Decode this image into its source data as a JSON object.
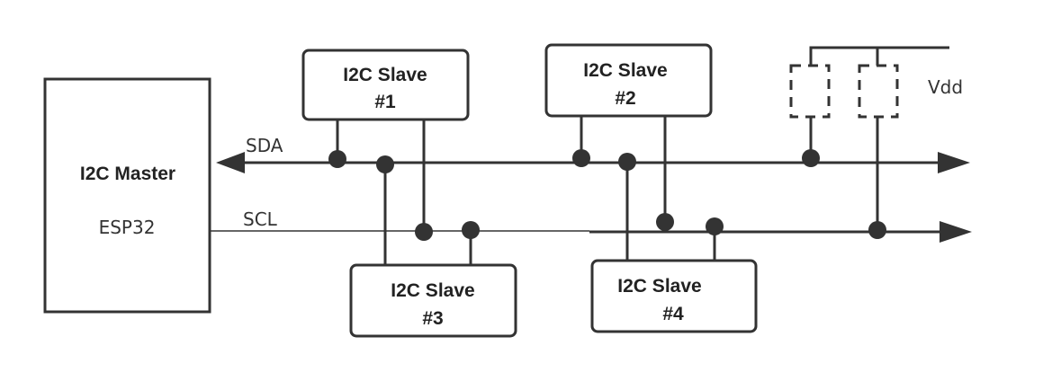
{
  "master": {
    "title": "I2C Master",
    "subtitle": "ESP32"
  },
  "buses": {
    "sda": "SDA",
    "scl": "SCL",
    "vdd": "Vdd"
  },
  "slaves": [
    {
      "name": "I2C Slave",
      "number": "#1"
    },
    {
      "name": "I2C Slave",
      "number": "#2"
    },
    {
      "name": "I2C Slave",
      "number": "#3"
    },
    {
      "name": "I2C Slave",
      "number": "#4"
    }
  ]
}
